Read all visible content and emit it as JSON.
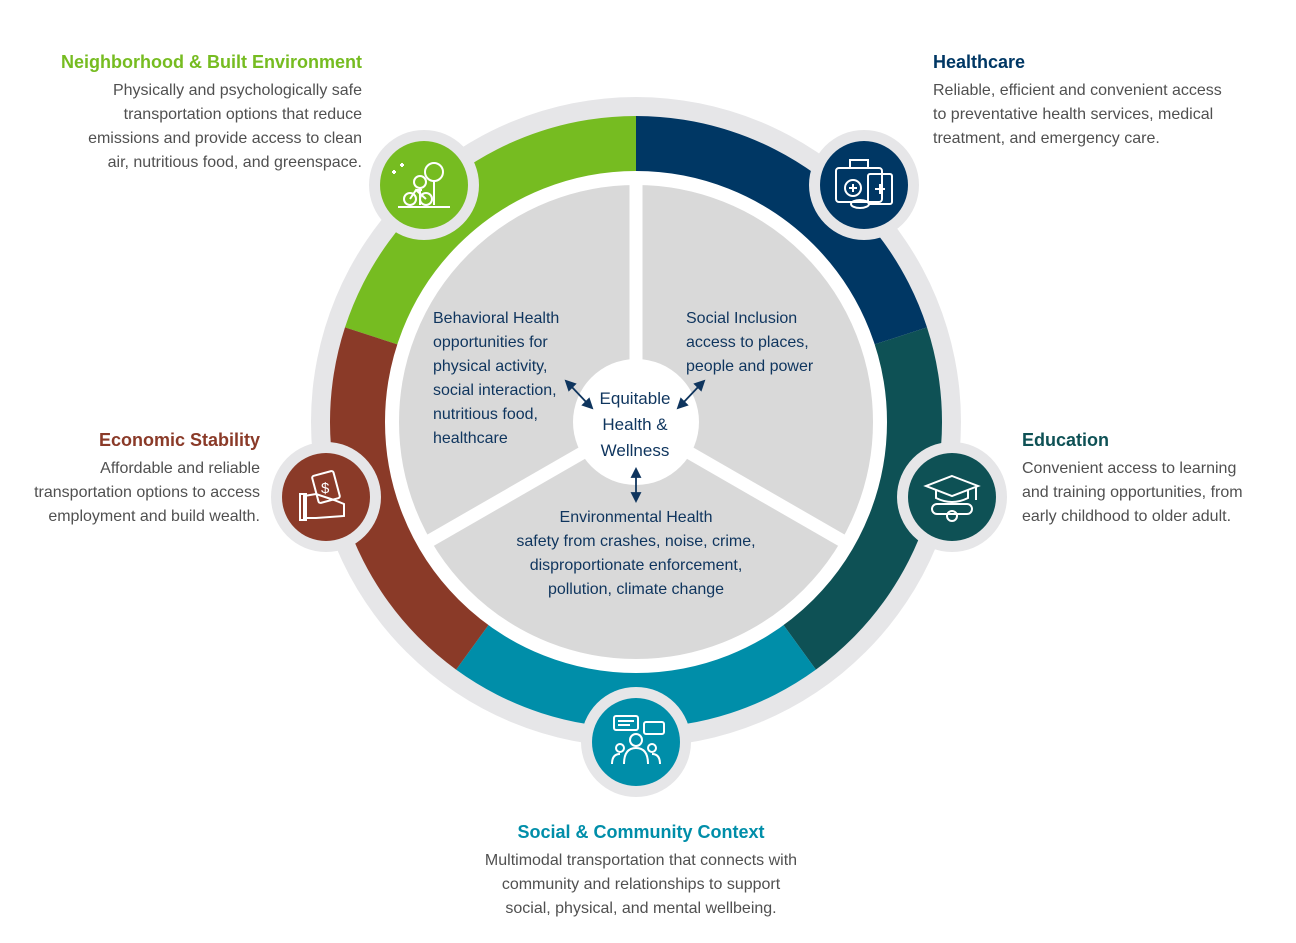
{
  "colors": {
    "neighborhood": "#76bc21",
    "healthcare": "#003764",
    "education": "#0e5155",
    "social": "#008ea9",
    "economic": "#8a3a28",
    "ring_gray": "#e6e6e8",
    "inner_gray": "#d9d9d9",
    "text_navy": "#0f355e",
    "body_text": "#505050"
  },
  "sections": {
    "neighborhood": {
      "title": "Neighborhood & Built Environment",
      "desc": [
        "Physically and psychologically safe",
        "transportation options that reduce",
        "emissions and provide access to clean",
        "air, nutritious food, and greenspace."
      ],
      "icon": "park-bicycle-icon"
    },
    "healthcare": {
      "title": "Healthcare",
      "desc": [
        "Reliable, efficient and convenient access",
        "to preventative health services, medical",
        "treatment, and emergency care."
      ],
      "icon": "medical-kit-icon"
    },
    "economic": {
      "title": "Economic Stability",
      "desc": [
        "Affordable and reliable",
        "transportation options to access",
        "employment and build wealth."
      ],
      "icon": "hand-money-icon"
    },
    "education": {
      "title": "Education",
      "desc": [
        "Convenient access to learning",
        "and training opportunities, from",
        "early childhood to older adult."
      ],
      "icon": "graduation-cap-icon"
    },
    "social": {
      "title": "Social & Community Context",
      "desc": [
        "Multimodal transportation that connects with",
        "community and relationships to support",
        "social, physical, and mental wellbeing."
      ],
      "icon": "community-chat-icon"
    }
  },
  "inner": {
    "behavioral": {
      "title": "Behavioral Health",
      "lines": [
        "opportunities for",
        "physical activity,",
        "social interaction,",
        "nutritious food,",
        "healthcare"
      ]
    },
    "inclusion": {
      "title": "Social Inclusion",
      "lines": [
        "access to places,",
        "people and power"
      ]
    },
    "environmental": {
      "title": "Environmental Health",
      "lines": [
        "safety from crashes, noise, crime,",
        "disproportionate enforcement,",
        "pollution, climate change"
      ]
    },
    "center": [
      "Equitable",
      "Health &",
      "Wellness"
    ]
  }
}
